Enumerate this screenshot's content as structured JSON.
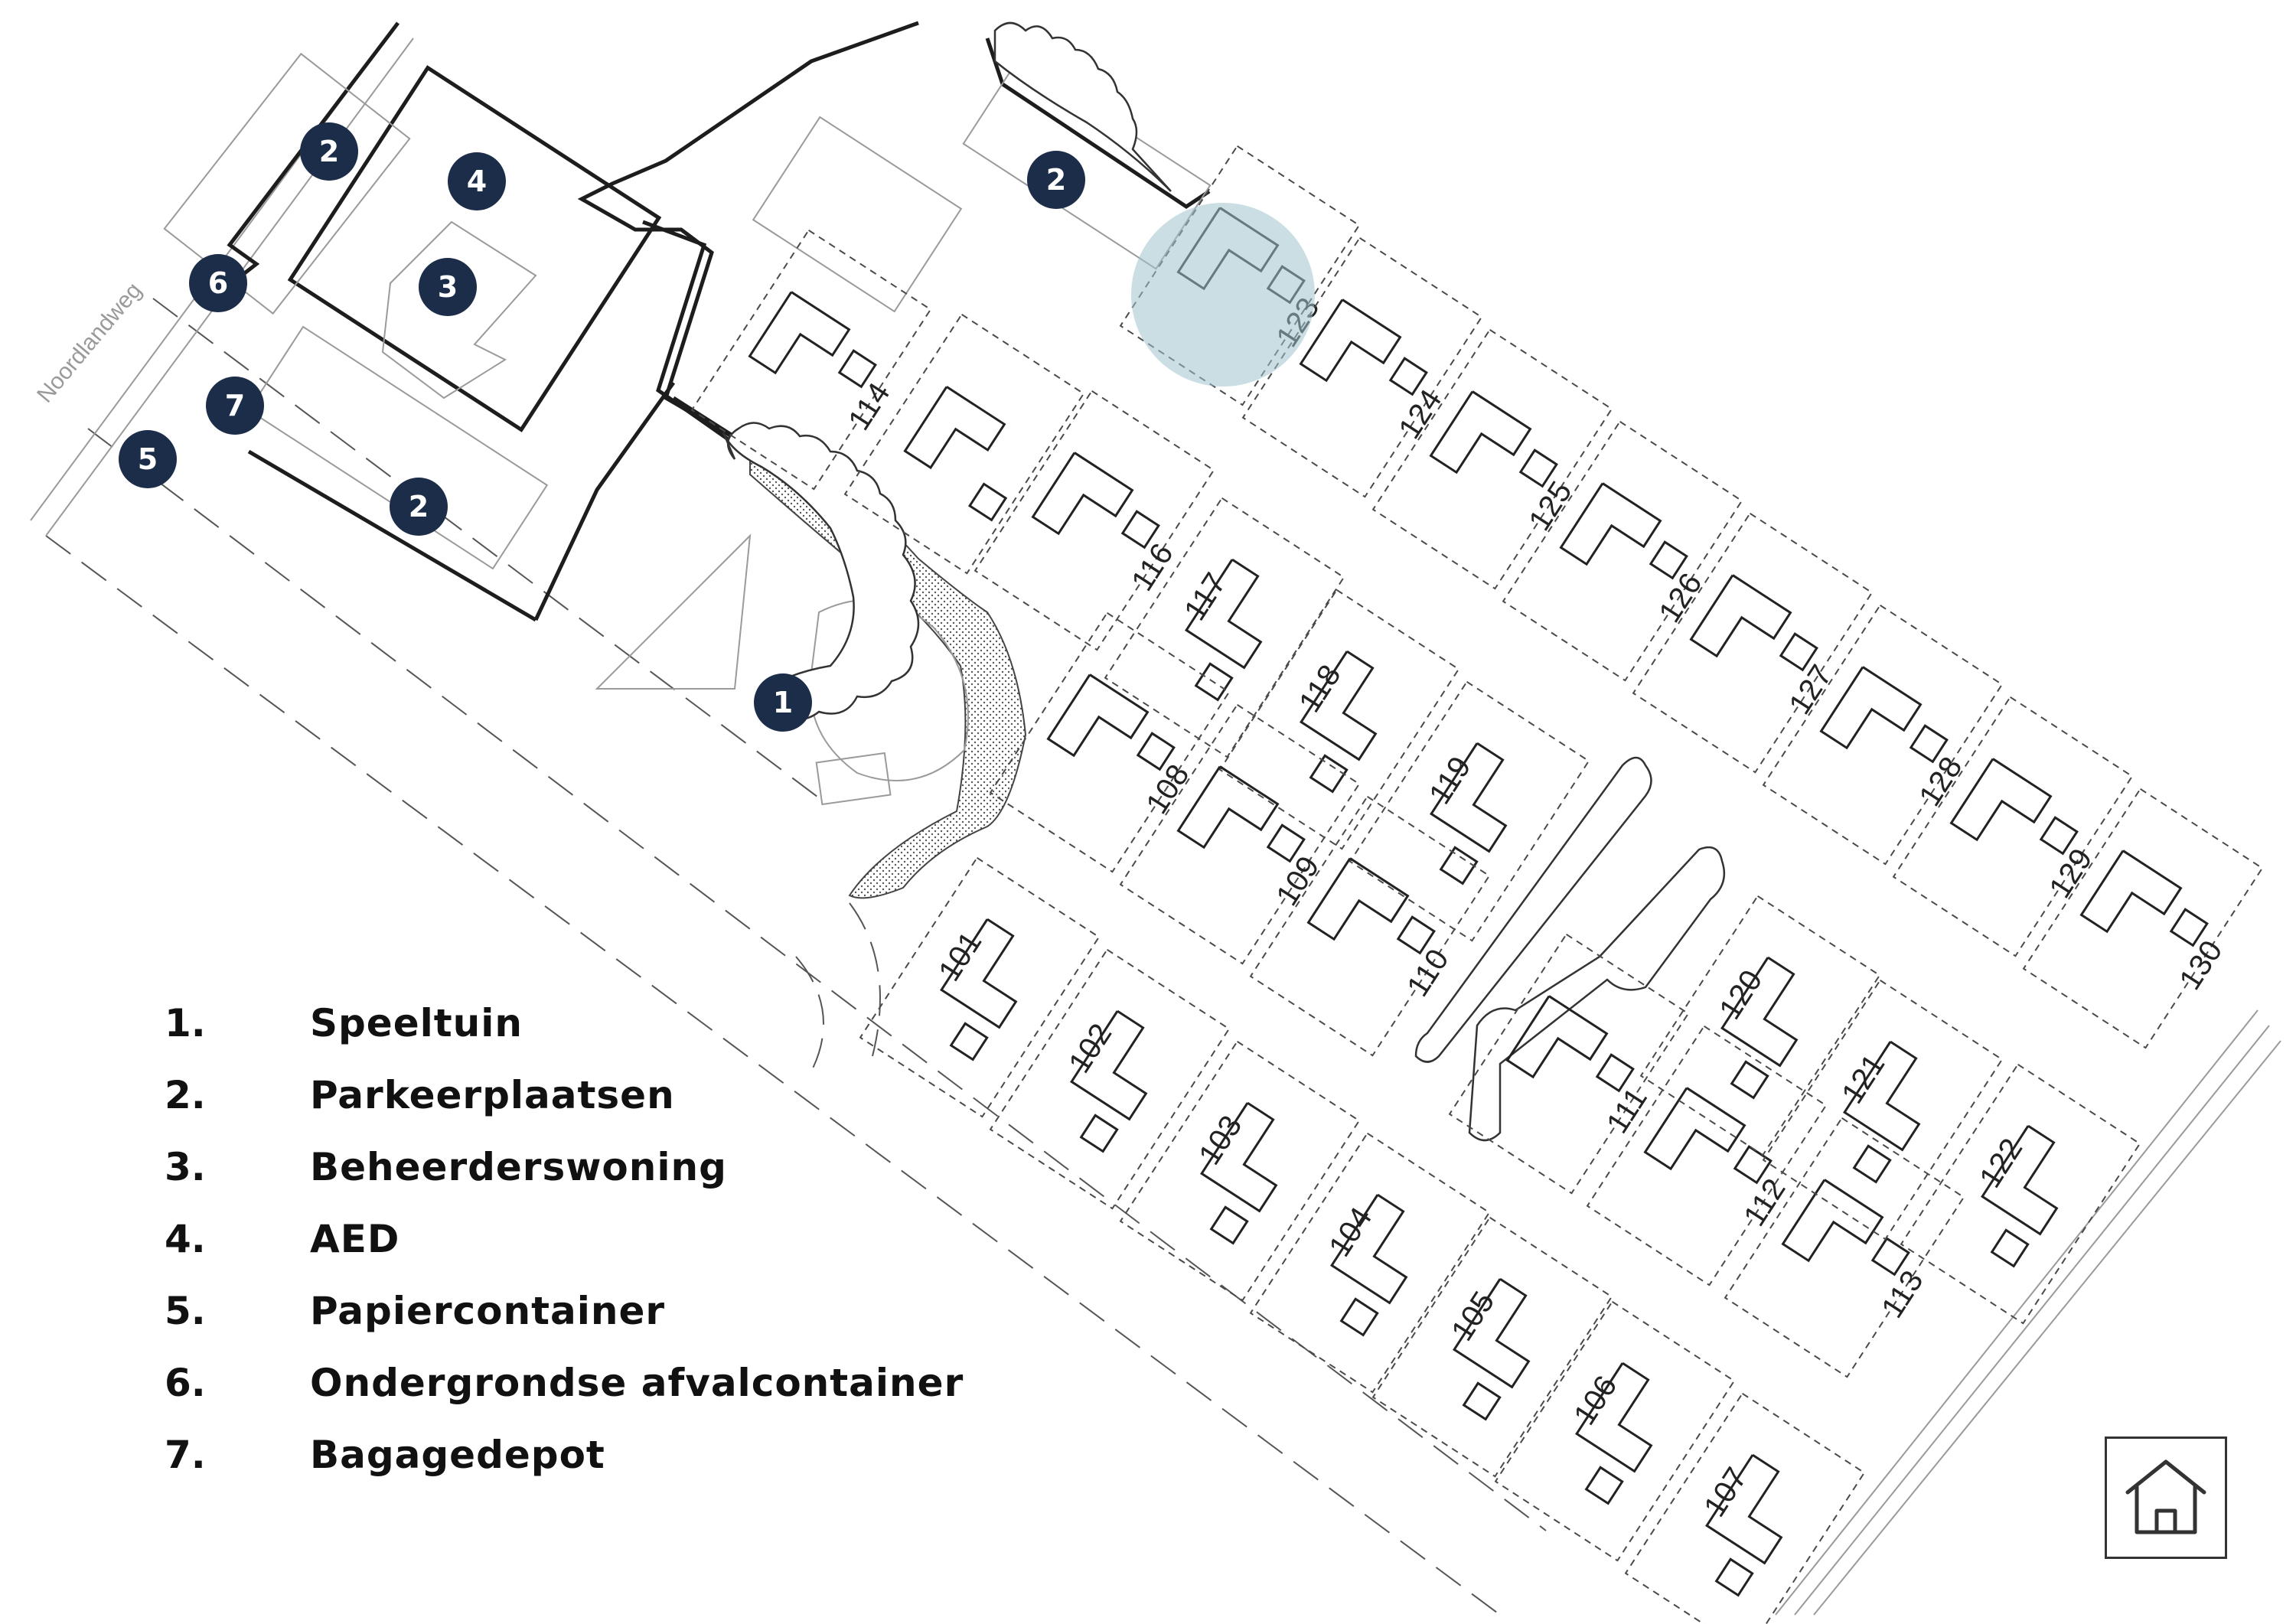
{
  "street_name": "Noordlandweg",
  "badges": [
    "1",
    "2",
    "3",
    "4",
    "5",
    "6",
    "7"
  ],
  "legend": [
    {
      "number": "1.",
      "label": "Speeltuin"
    },
    {
      "number": "2.",
      "label": "Parkeerplaatsen"
    },
    {
      "number": "3.",
      "label": "Beheerderswoning"
    },
    {
      "number": "4.",
      "label": "AED"
    },
    {
      "number": "5.",
      "label": "Papiercontainer"
    },
    {
      "number": "6.",
      "label": "Ondergrondse afvalcontainer"
    },
    {
      "number": "7.",
      "label": "Bagagedepot"
    }
  ],
  "lots": {
    "101": "101",
    "102": "102",
    "103": "103",
    "104": "104",
    "105": "105",
    "106": "106",
    "107": "107",
    "108": "108",
    "109": "109",
    "110": "110",
    "111": "111",
    "112": "112",
    "113": "113",
    "114": "114",
    "116": "116",
    "117": "117",
    "118": "118",
    "119": "119",
    "120": "120",
    "121": "121",
    "122": "122",
    "123": "123",
    "124": "124",
    "125": "125",
    "126": "126",
    "127": "127",
    "128": "128",
    "129": "129",
    "130": "130"
  },
  "highlighted_lot": "123",
  "colors": {
    "badge": "#1c2d4a",
    "highlight": "#9ec3cc"
  },
  "icons": {
    "home_button": "home-icon"
  }
}
